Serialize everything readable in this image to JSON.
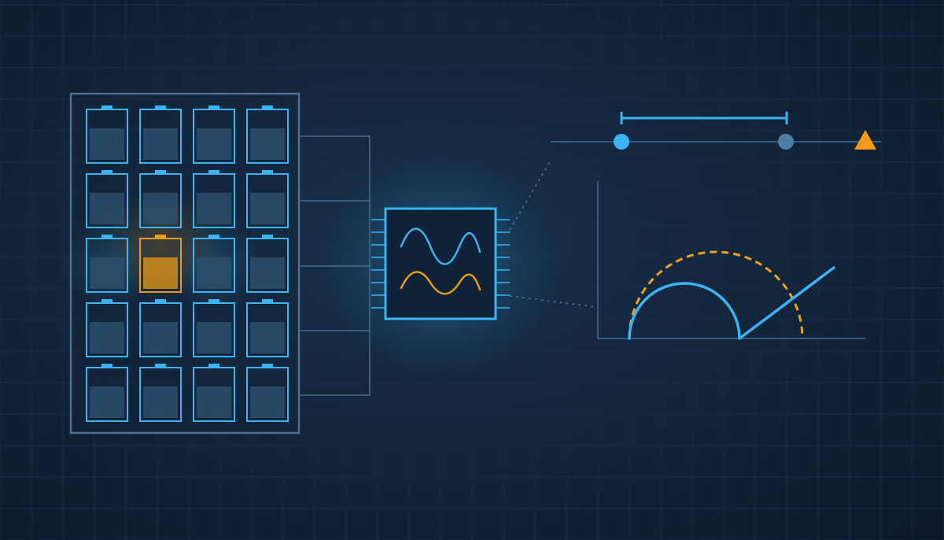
{
  "colors": {
    "background_center": "#16304a",
    "background_edge": "#0e1a2c",
    "grid_line": "#1d3350",
    "panel_frame": "#4f6f91",
    "panel_fill": "#12243a",
    "cell_outline": "#3ab4f2",
    "cell_fill": "#2b4f6d",
    "cell_highlight": "#e89a1a",
    "connector": "#4a6a8c",
    "chip_outline": "#3ab4f2",
    "wave_blue": "#3ab4f2",
    "wave_orange": "#e89a1a",
    "timeline_line": "#3e6a92",
    "marker_active": "#3ab4f2",
    "marker_inactive": "#4d7fa6",
    "warning_marker": "#f39a1c",
    "plot_axis": "#3e6a92",
    "curve_measured": "#3ab4f2",
    "curve_reference": "#f0a020"
  },
  "battery_pack": {
    "rows": 5,
    "columns": 4,
    "highlighted_cell": {
      "row": 3,
      "column": 2
    },
    "cell_icon": "battery-icon"
  },
  "chip": {
    "icon": "processor-chip-icon",
    "waves": [
      "sine-wave-blue",
      "sine-wave-orange"
    ]
  },
  "timeline": {
    "markers": [
      "active-circle-marker",
      "inactive-circle-marker",
      "warning-triangle-marker"
    ],
    "bracket": "interval-bracket"
  },
  "impedance_plot": {
    "curves": [
      "measured-semicircle-with-tail",
      "reference-dashed-arc"
    ]
  }
}
